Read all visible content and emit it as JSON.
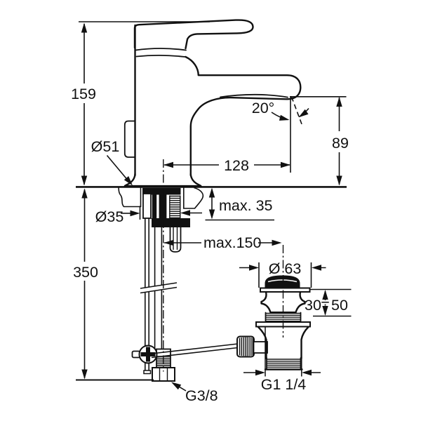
{
  "drawing": {
    "background_color": "#ffffff",
    "line_color": "#111111",
    "labels": {
      "height_total": "159",
      "base_diameter": "Ø51",
      "spout_angle": "20°",
      "spout_height": "89",
      "spout_reach": "128",
      "deck_thickness_max": "max. 35",
      "mounting_hole_diameter": "Ø35",
      "popup_rod_length_max": "max.150",
      "supply_length": "350",
      "waste_flange_diameter": "Ø 63",
      "basin_clamp_min": "30",
      "range_separator": "÷",
      "basin_clamp_max": "50",
      "supply_connection_thread": "G3/8",
      "waste_connection_thread": "G1 1/4"
    }
  }
}
